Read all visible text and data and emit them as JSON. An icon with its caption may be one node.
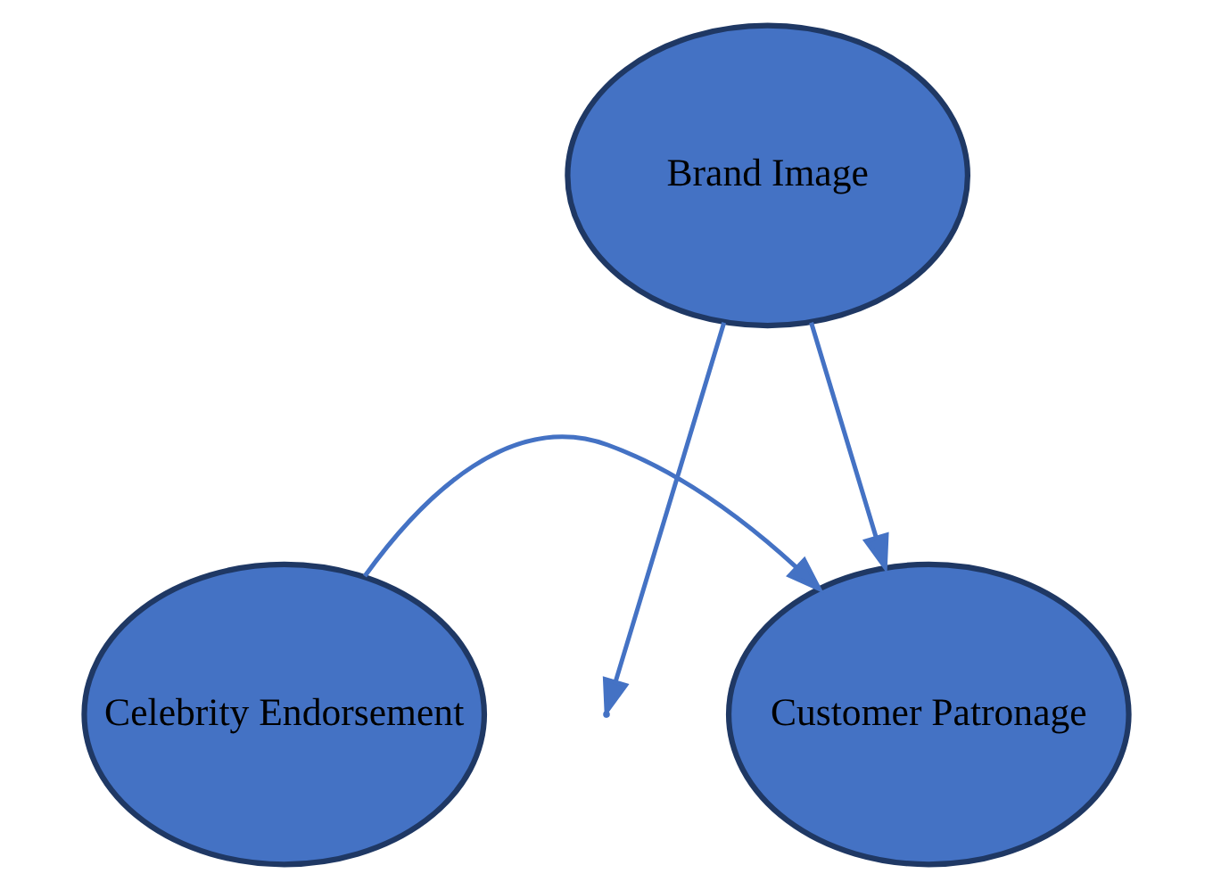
{
  "diagram": {
    "nodes": [
      {
        "text": [
          "Celebrity Endorsement"
        ]
      },
      {
        "text": [
          "Customer Patronage"
        ]
      },
      {
        "text": [
          "Brand Image"
        ]
      }
    ],
    "edges": [
      {
        "from": 0,
        "to": 1,
        "arrow": "to"
      },
      {
        "from": 2,
        "to": 1,
        "arrow": "to"
      },
      {
        "from": 2,
        "to": null,
        "arrow": "to"
      }
    ]
  }
}
